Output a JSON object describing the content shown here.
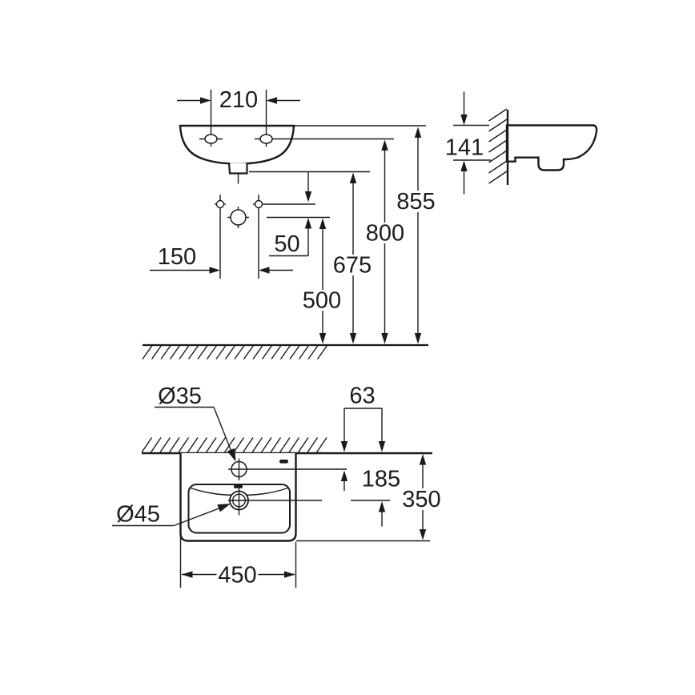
{
  "front_view": {
    "tap_hole_spacing": "210",
    "fixing_hole_spacing": "150",
    "hole_offset": "50",
    "outlet_height": "500",
    "waste_height": "675",
    "fixing_height": "800",
    "rim_height": "855"
  },
  "side_view": {
    "wall_edge_depth": "141"
  },
  "plan_view": {
    "tap_hole_diameter": "Ø35",
    "drain_hole_diameter": "Ø45",
    "wall_to_tap_hole": "63",
    "wall_to_drain": "185",
    "basin_depth": "350",
    "basin_width": "450"
  }
}
